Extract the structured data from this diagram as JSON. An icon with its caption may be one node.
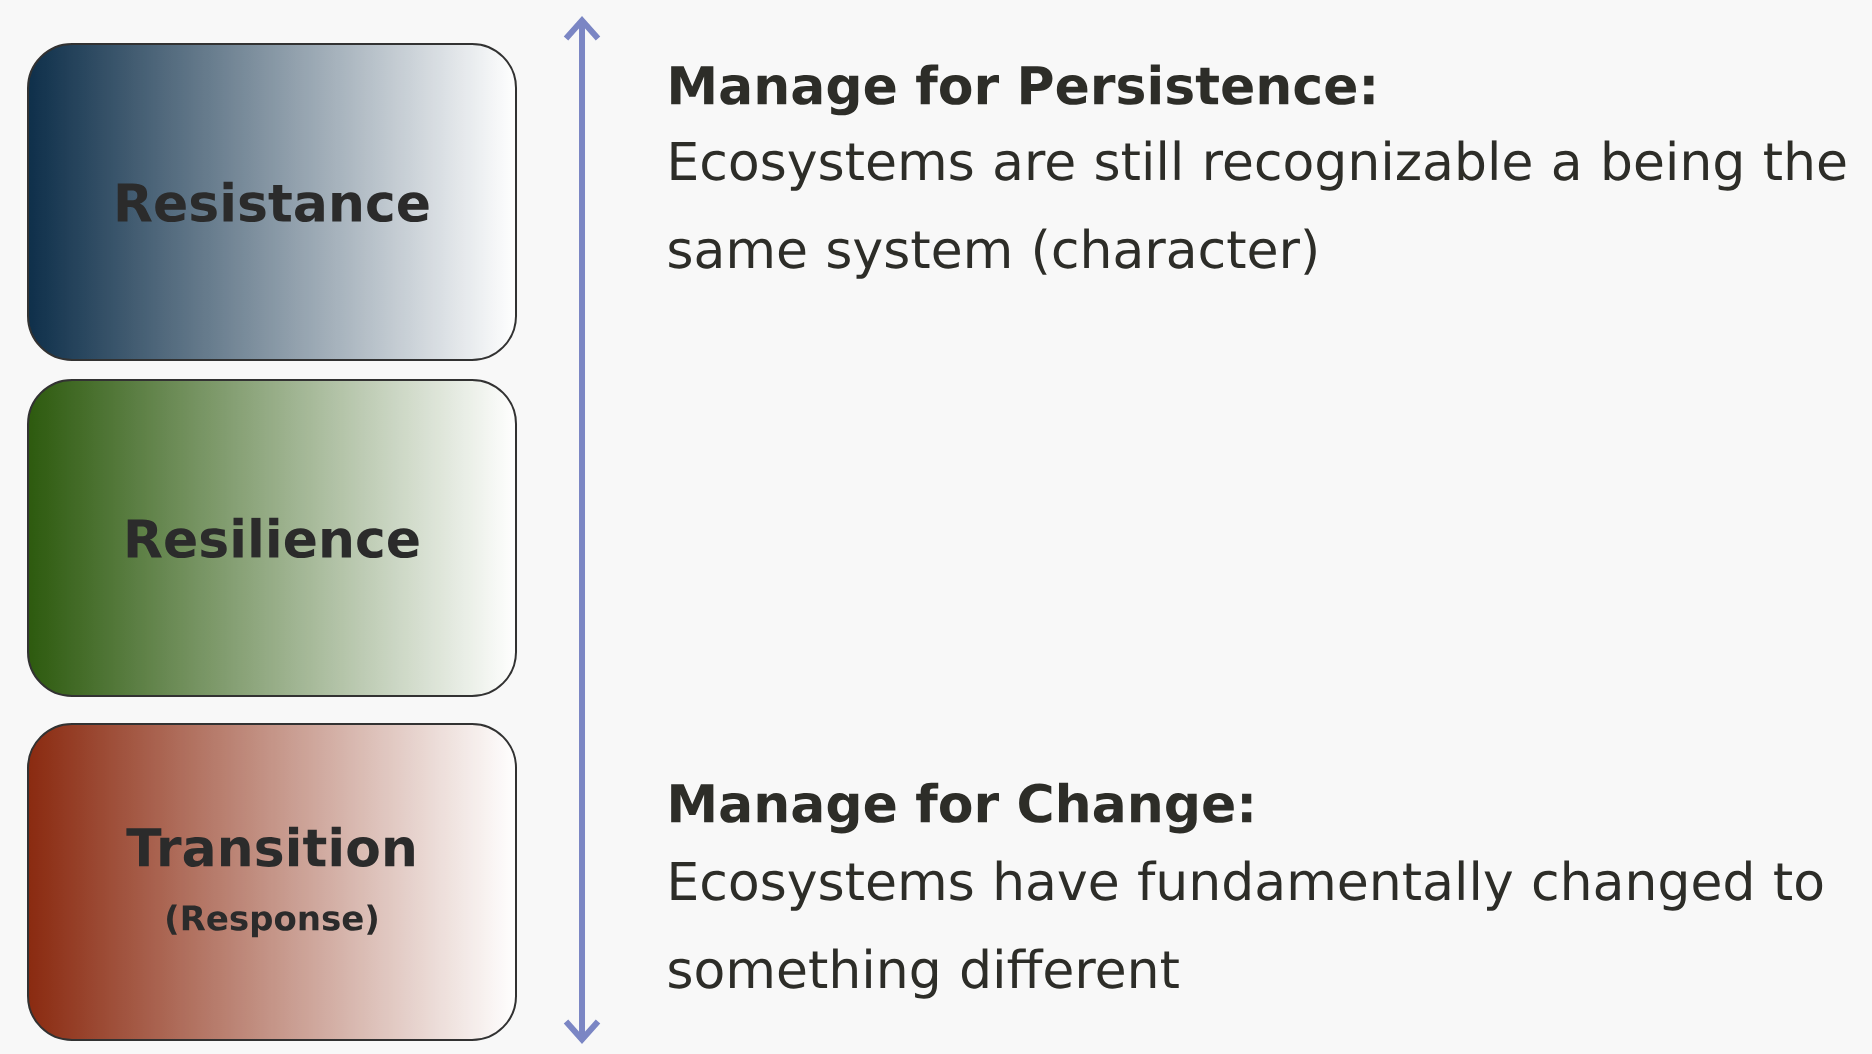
{
  "diagram": {
    "nodes": [
      {
        "text": [
          "Resistance"
        ]
      },
      {
        "text": [
          "Resilience"
        ]
      },
      {
        "text": [
          "Transition",
          "(Response)"
        ]
      }
    ],
    "labels": [
      "Manage for Persistence:",
      "Ecosystems are still recognizable a being the same system (character)",
      "Manage for Change:",
      "Ecosystems have fundamentally changed to something different"
    ]
  }
}
